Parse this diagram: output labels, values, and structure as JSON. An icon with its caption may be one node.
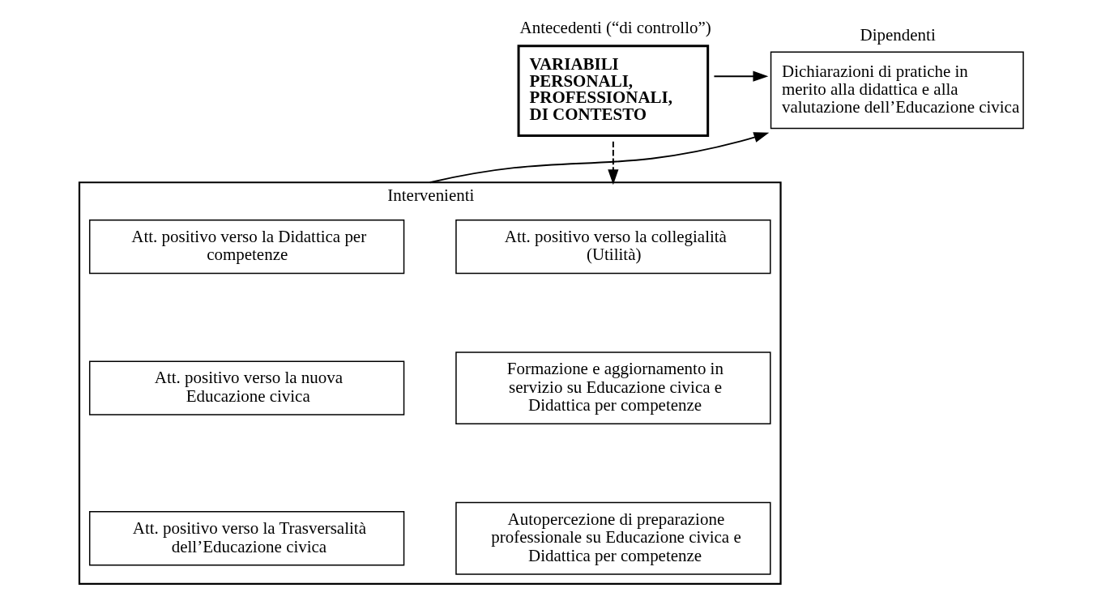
{
  "diagram": {
    "nodes": [
      {
        "text": [
          "Antecedenti (“di controllo”)",
          "VARIABILI PERSONALI, PROFESSIONALI, DI CONTESTO"
        ]
      },
      {
        "text": [
          "Dipendenti",
          "Dichiarazioni di pratiche in merito alla didattica e alla valutazione dell’Educazione civica"
        ]
      },
      {
        "text": [
          "Intervenienti"
        ]
      },
      {
        "text": [
          "Att. positivo verso la collegialità (Utilità)"
        ],
        "in": 2
      },
      {
        "text": [
          "Formazione e aggiornamento in servizio su Educazione civica e Didattica per competenze"
        ],
        "in": 2
      },
      {
        "text": [
          "Autopercezione di preparazione professionale su Educazione civica e Didattica per competenze"
        ],
        "in": 2
      },
      {
        "text": [
          "Att. positivo verso la Didattica per competenze"
        ],
        "in": 2
      },
      {
        "text": [
          "Att. positivo verso la nuova Educazione civica"
        ],
        "in": 2
      },
      {
        "text": [
          "Att. positivo verso la Trasversalità dell’Educazione civica"
        ],
        "in": 2
      }
    ],
    "edges": [
      {
        "from": 0,
        "to": 1,
        "arrow": "to"
      },
      {
        "from": 0,
        "to": 2,
        "arrow": "to",
        "style": "dashed"
      },
      {
        "from": 2,
        "to": 1,
        "arrow": "to"
      }
    ]
  }
}
